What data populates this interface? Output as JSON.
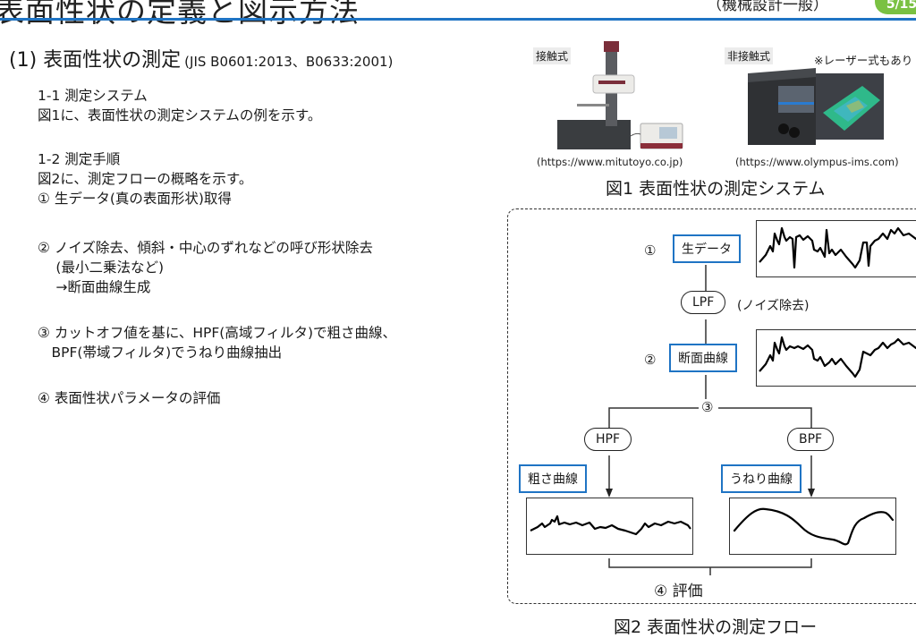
{
  "header": {
    "title": "表面性状の定義と図示方法",
    "category": "（機械設計一般）",
    "logo_text": "5/15",
    "rule_color": "#1f74c4"
  },
  "section": {
    "title": "(1) 表面性状の測定",
    "standard": "(JIS B0601:2013、B0633:2001)"
  },
  "body": {
    "sub1_heading": "1-1 測定システム",
    "sub1_text": "図1に、表面性状の測定システムの例を示す。",
    "sub2_heading": "1-2 測定手順",
    "sub2_text": "図2に、測定フローの概略を示す。",
    "steps": [
      {
        "lines": [
          "① 生データ(真の表面形状)取得"
        ]
      },
      {
        "lines": [
          "② ノイズ除去、傾斜・中心のずれなどの呼び形状除去",
          "　 (最小二乗法など)",
          "　 →断面曲線生成"
        ]
      },
      {
        "lines": [
          "③ カットオフ値を基に、HPF(高域フィルタ)で粗さ曲線、",
          "　BPF(帯域フィルタ)でうねり曲線抽出"
        ]
      },
      {
        "lines": [
          "④ 表面性状パラメータの評価"
        ]
      }
    ]
  },
  "figure1": {
    "contact_label": "接触式",
    "noncontact_label": "非接触式",
    "note": "※レーザー式もあり",
    "contact_image": "contact-stylus-profilometer",
    "noncontact_image": "laser-confocal-microscope",
    "contact_source": "(https://www.mitutoyo.co.jp)",
    "noncontact_source": "(https://www.olympus-ims.com)",
    "caption": "図1 表面性状の測定システム"
  },
  "figure2": {
    "step1_num": "①",
    "raw_data": "生データ",
    "lpf": "LPF",
    "lpf_note": "(ノイズ除去)",
    "step2_num": "②",
    "profile_curve": "断面曲線",
    "step3_num": "③",
    "hpf": "HPF",
    "bpf": "BPF",
    "roughness_curve": "粗さ曲線",
    "waviness_curve": "うねり曲線",
    "step4": "④ 評価",
    "caption": "図2 表面性状の測定フロー",
    "accent_color": "#1f74c4"
  }
}
